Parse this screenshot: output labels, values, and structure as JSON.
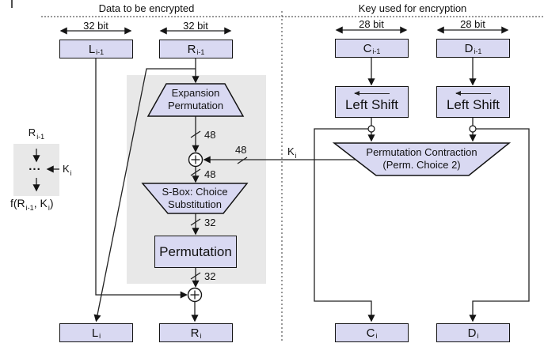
{
  "titles": {
    "left": "Data to be encrypted",
    "right": "Key used for encryption"
  },
  "bit_widths": {
    "l": "32 bit",
    "r": "32 bit",
    "c": "28 bit",
    "d": "28 bit"
  },
  "registers": {
    "l_prev": {
      "main": "L",
      "sub": "i-1"
    },
    "r_prev": {
      "main": "R",
      "sub": "i-1"
    },
    "c_prev": {
      "main": "C",
      "sub": "i-1"
    },
    "d_prev": {
      "main": "D",
      "sub": "i-1"
    },
    "l_next": {
      "main": "L",
      "sub": "i"
    },
    "r_next": {
      "main": "R",
      "sub": "i"
    },
    "c_next": {
      "main": "C",
      "sub": "i"
    },
    "d_next": {
      "main": "D",
      "sub": "i"
    }
  },
  "blocks": {
    "expansion": {
      "line1": "Expansion",
      "line2": "Permutation"
    },
    "sbox": {
      "line1": "S-Box: Choice",
      "line2": "Substitution"
    },
    "permutation": {
      "label": "Permutation"
    },
    "left_shift_c": {
      "label": "Left Shift"
    },
    "left_shift_d": {
      "label": "Left Shift"
    },
    "perm_choice2": {
      "line1": "Permutation Contraction",
      "line2": "(Perm. Choice 2)"
    }
  },
  "wire_labels": {
    "expand_out": "48",
    "key_in": "48",
    "xor_out": "48",
    "sbox_out": "32",
    "perm_out": "32",
    "subkey": {
      "main": "K",
      "sub": "i"
    }
  },
  "legend": {
    "input": {
      "main": "R",
      "sub": "i-1"
    },
    "dots": "...",
    "key": {
      "main": "K",
      "sub": "i"
    },
    "output": {
      "p1": "f(R",
      "s1": "i-1",
      "p2": ", K",
      "s2": "i",
      "p3": ")"
    }
  },
  "colors": {
    "box_fill": "#d9d9f2",
    "box_border": "#141414",
    "gray_panel": "#e8e8e8",
    "wire": "#222222"
  }
}
